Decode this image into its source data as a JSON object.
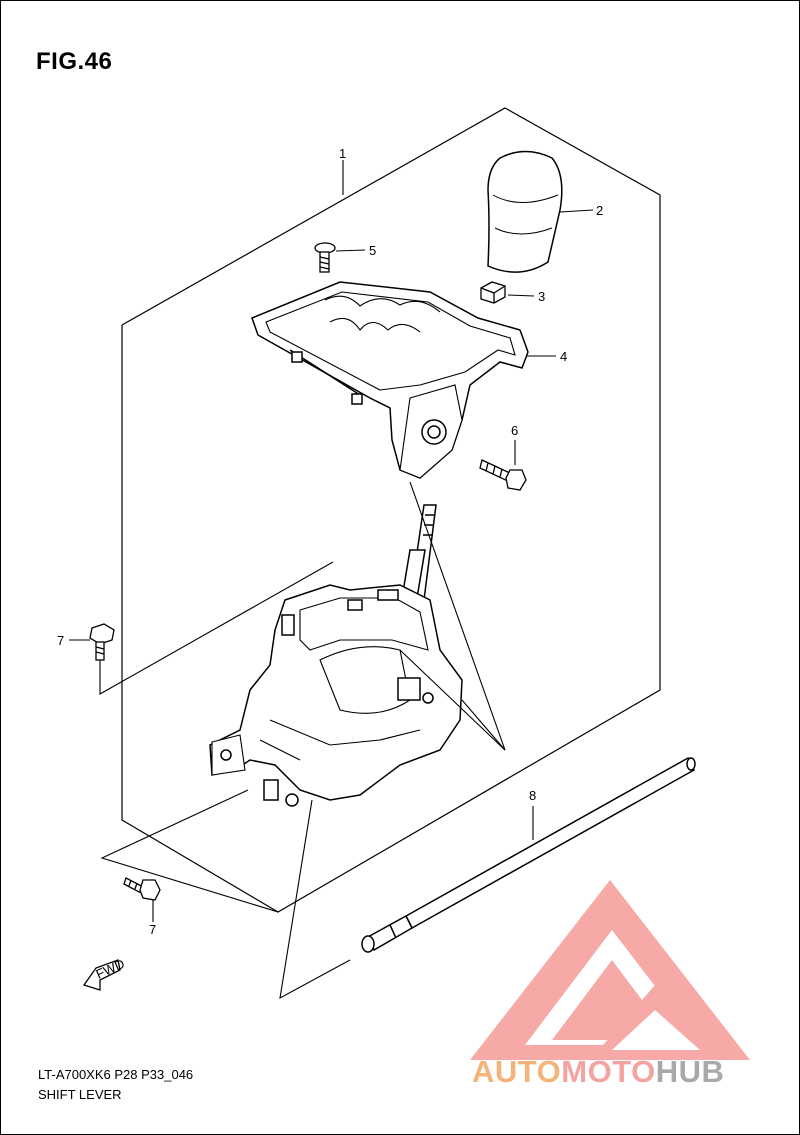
{
  "figure": {
    "title": "FIG.46",
    "reference_code": "LT-A700XK6 P28 P33_046",
    "assembly_name": "SHIFT LEVER"
  },
  "callouts": [
    {
      "id": "callout-1",
      "number": "1"
    },
    {
      "id": "callout-2",
      "number": "2"
    },
    {
      "id": "callout-3",
      "number": "3"
    },
    {
      "id": "callout-4",
      "number": "4"
    },
    {
      "id": "callout-5",
      "number": "5"
    },
    {
      "id": "callout-6",
      "number": "6"
    },
    {
      "id": "callout-7a",
      "number": "7"
    },
    {
      "id": "callout-7b",
      "number": "7"
    },
    {
      "id": "callout-8",
      "number": "8"
    }
  ],
  "fwd_arrow": {
    "label": "FWD"
  },
  "watermark": {
    "part1": "AUTO",
    "part2": "MOTO",
    "part3": "HUB",
    "colors": {
      "triangle": "#f59b98",
      "auto": "#f5b37a",
      "moto": "#f5a3a0",
      "hub": "#a9a9a9"
    }
  }
}
